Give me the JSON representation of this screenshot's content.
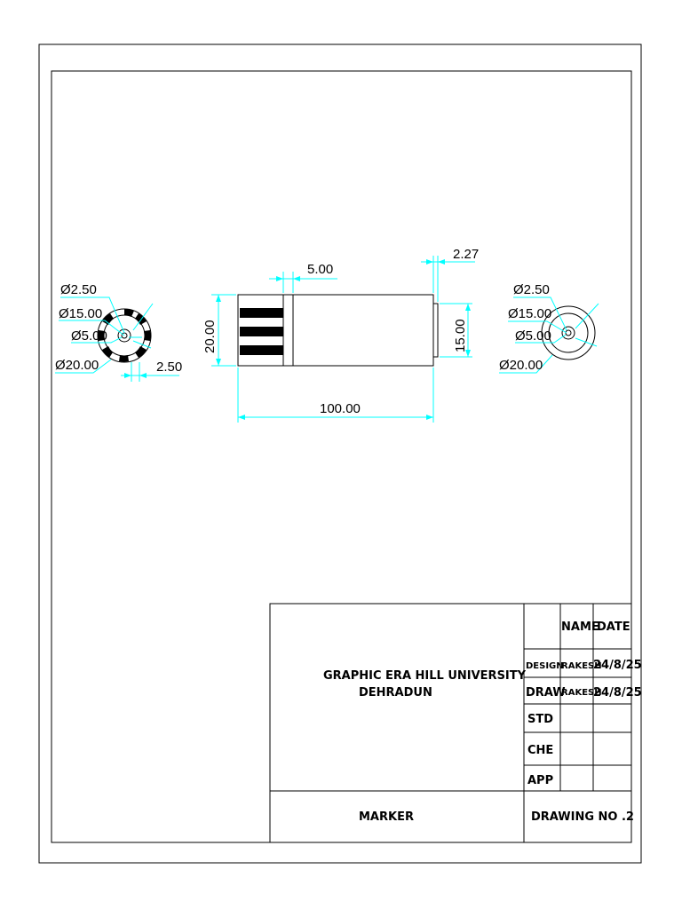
{
  "drawing": {
    "left_view": {
      "d1": "Ø2.50",
      "d2": "Ø15.00",
      "d3": "Ø5.00",
      "d4": "Ø20.00",
      "gap": "2.50"
    },
    "front_view": {
      "cap_width": "5.00",
      "tip_length": "2.27",
      "body_height": "20.00",
      "tip_height": "15.00",
      "overall_length": "100.00"
    },
    "right_view": {
      "d1": "Ø2.50",
      "d2": "Ø15.00",
      "d3": "Ø5.00",
      "d4": "Ø20.00"
    }
  },
  "title_block": {
    "institution": "GRAPHIC ERA HILL UNIVERSITY",
    "city": "DEHRADUN",
    "part_name": "MARKER",
    "drawing_no": "DRAWING NO .2",
    "col_name": "NAME",
    "col_date": "DATE",
    "rows": [
      {
        "label": "DESIGN",
        "name": "RAKESH",
        "date": "24/8/25"
      },
      {
        "label": "DRAW",
        "name": "RAKESH",
        "date": "24/8/25"
      },
      {
        "label": "STD",
        "name": "",
        "date": ""
      },
      {
        "label": "CHE",
        "name": "",
        "date": ""
      },
      {
        "label": "APP",
        "name": "",
        "date": ""
      }
    ]
  }
}
